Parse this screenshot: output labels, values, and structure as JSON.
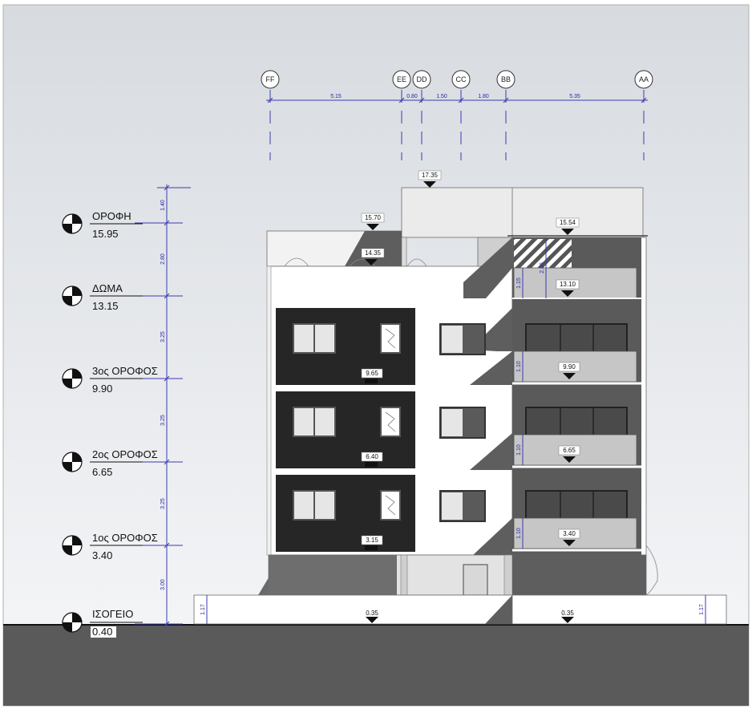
{
  "grid_axes": [
    {
      "id": "ff",
      "label": "FF"
    },
    {
      "id": "ee",
      "label": "EE"
    },
    {
      "id": "dd",
      "label": "DD"
    },
    {
      "id": "cc",
      "label": "CC"
    },
    {
      "id": "bb",
      "label": "BB"
    },
    {
      "id": "aa",
      "label": "AA"
    }
  ],
  "grid_spacings": [
    "5.15",
    "0.80",
    "1.50",
    "1.80",
    "5.35"
  ],
  "levels": [
    {
      "name": "ΟΡΟΦΗ",
      "value": "15.95"
    },
    {
      "name": "ΔΩΜΑ",
      "value": "13.15"
    },
    {
      "name": "3ος ΟΡΟΦΟΣ",
      "value": "9.90"
    },
    {
      "name": "2ος ΟΡΟΦΟΣ",
      "value": "6.65"
    },
    {
      "name": "1ος ΟΡΟΦΟΣ",
      "value": "3.40"
    },
    {
      "name": "ΙΣΟΓΕΙΟ",
      "value": "0.40"
    }
  ],
  "vertical_dims": [
    "1.40",
    "2.80",
    "3.25",
    "3.25",
    "3.25",
    "3.00",
    "1.17"
  ],
  "elevation_marks": {
    "top": "17.35",
    "parapet_left": "15.70",
    "parapet_right": "15.54",
    "roof_left": "14.35",
    "roof_right": "13.10",
    "f3_left": "9.65",
    "f3_right": "9.90",
    "f2_left": "6.40",
    "f2_right": "6.65",
    "f1_left": "3.15",
    "f1_right": "3.40",
    "ground_left": "0.35",
    "ground_right": "0.35"
  },
  "rail_dims": {
    "roof": "1.15",
    "roof_pergola": "2.36",
    "f3": "1.10",
    "f2": "1.10",
    "f1": "1.10",
    "base_right": "1.17"
  },
  "colors": {
    "dim_blue": "#2a2aa0",
    "dark_panel": "#262626",
    "shadow": "#5e5e5e",
    "ground": "#5a5a5a"
  }
}
